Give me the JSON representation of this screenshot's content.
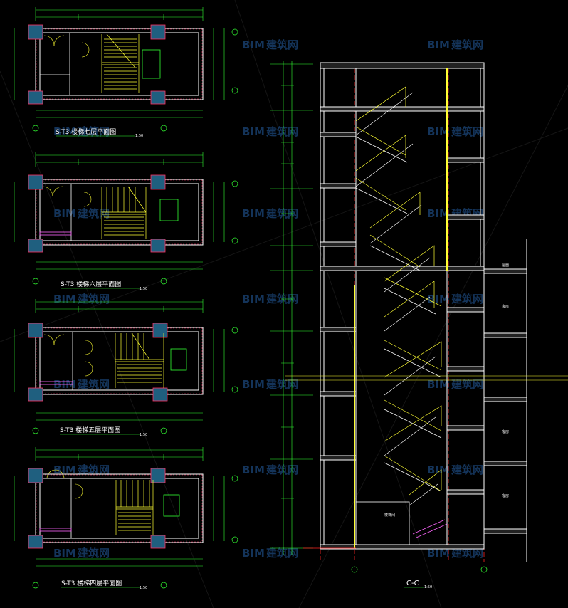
{
  "plans": [
    {
      "title": "S-T3 楼梯七层平面图",
      "scale": "1:50"
    },
    {
      "title": "S-T3 楼梯六层平面图",
      "scale": "1:50"
    },
    {
      "title": "S-T3 楼梯五层平面图",
      "scale": "1:50"
    },
    {
      "title": "S-T3 楼梯四层平面图",
      "scale": "1:50"
    }
  ],
  "section": {
    "title": "C-C",
    "scale": "1:50",
    "note": "楼梯间"
  },
  "room_labels": [
    "屋面",
    "客房",
    "客房",
    "客房"
  ],
  "watermark": {
    "brand": "BIM",
    "cn": "建筑网"
  },
  "colors": {
    "background": "#000000",
    "wall": "#ffffff",
    "hatch": "#ff3366",
    "stair": "#ffff33",
    "dimension": "#33ff33",
    "axis": "#ff2222",
    "column": "#1f5f7f",
    "section_cut": "#ff66ff"
  }
}
